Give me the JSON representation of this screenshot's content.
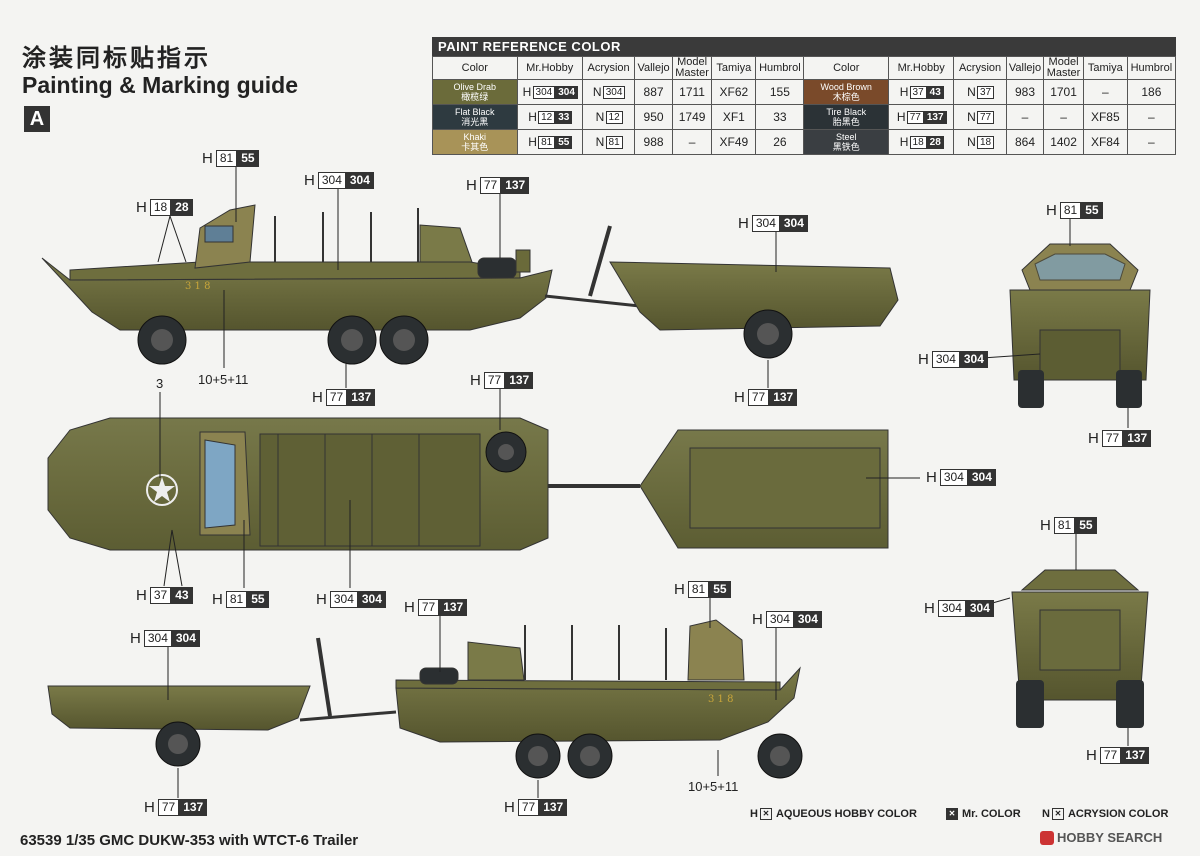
{
  "header": {
    "title_cn": "涂装同标贴指示",
    "title_en": "Painting & Marking guide",
    "scheme": "A"
  },
  "paint_table": {
    "title": "PAINT REFERENCE COLOR",
    "headers": [
      "Color",
      "Mr.Hobby",
      "Acrysion",
      "Vallejo",
      "Model Master",
      "Tamiya",
      "Humbrol"
    ],
    "left_rows": [
      {
        "en": "Olive Drab",
        "cn": "橄榄绿",
        "color": "#6b6b3a",
        "h": "304",
        "hc": "304",
        "n": "304",
        "vallejo": "887",
        "mm": "1711",
        "tamiya": "XF62",
        "humbrol": "155"
      },
      {
        "en": "Flat Black",
        "cn": "消光黑",
        "color": "#2e3a40",
        "h": "12",
        "hc": "33",
        "n": "12",
        "vallejo": "950",
        "mm": "1749",
        "tamiya": "XF1",
        "humbrol": "33"
      },
      {
        "en": "Khaki",
        "cn": "卡其色",
        "color": "#a89358",
        "h": "81",
        "hc": "55",
        "n": "81",
        "vallejo": "988",
        "mm": "–",
        "tamiya": "XF49",
        "humbrol": "26"
      }
    ],
    "right_rows": [
      {
        "en": "Wood Brown",
        "cn": "木棕色",
        "color": "#7a4a2a",
        "h": "37",
        "hc": "43",
        "n": "37",
        "vallejo": "983",
        "mm": "1701",
        "tamiya": "–",
        "humbrol": "186"
      },
      {
        "en": "Tire Black",
        "cn": "胎黑色",
        "color": "#2b3236",
        "h": "77",
        "hc": "137",
        "n": "77",
        "vallejo": "–",
        "mm": "–",
        "tamiya": "XF85",
        "humbrol": "–"
      },
      {
        "en": "Steel",
        "cn": "黑铁色",
        "color": "#3a3e42",
        "h": "18",
        "hc": "28",
        "n": "18",
        "vallejo": "864",
        "mm": "1402",
        "tamiya": "XF84",
        "humbrol": "–"
      }
    ]
  },
  "callouts": [
    {
      "id": "c1",
      "h": "81",
      "c": "55"
    },
    {
      "id": "c2",
      "h": "304",
      "c": "304"
    },
    {
      "id": "c3",
      "h": "77",
      "c": "137"
    },
    {
      "id": "c4",
      "h": "18",
      "c": "28"
    },
    {
      "id": "c5",
      "h": "304",
      "c": "304"
    },
    {
      "id": "c6",
      "h": "77",
      "c": "137"
    },
    {
      "id": "c7",
      "h": "77",
      "c": "137"
    },
    {
      "id": "c8",
      "h": "77",
      "c": "137"
    },
    {
      "id": "c9",
      "h": "37",
      "c": "43"
    },
    {
      "id": "c10",
      "h": "81",
      "c": "55"
    },
    {
      "id": "c11",
      "h": "304",
      "c": "304"
    },
    {
      "id": "c12",
      "h": "304",
      "c": "304"
    },
    {
      "id": "c13",
      "h": "304",
      "c": "304"
    },
    {
      "id": "c14",
      "h": "77",
      "c": "137"
    },
    {
      "id": "c15",
      "h": "81",
      "c": "55"
    },
    {
      "id": "c16",
      "h": "304",
      "c": "304"
    },
    {
      "id": "c17",
      "h": "77",
      "c": "137"
    },
    {
      "id": "c18",
      "h": "77",
      "c": "137"
    },
    {
      "id": "c19",
      "h": "81",
      "c": "55"
    },
    {
      "id": "c20",
      "h": "304",
      "c": "304"
    },
    {
      "id": "c21",
      "h": "77",
      "c": "137"
    },
    {
      "id": "c22",
      "h": "81",
      "c": "55"
    },
    {
      "id": "c23",
      "h": "304",
      "c": "304"
    },
    {
      "id": "c24",
      "h": "77",
      "c": "137"
    }
  ],
  "decal_labels": {
    "side1": "10+5+11",
    "top": "3",
    "side2": "10+5+11",
    "hull_number": "3 1 8"
  },
  "legend": {
    "hobby": "AQUEOUS HOBBY COLOR",
    "mr": "Mr. COLOR",
    "acry": "ACRYSION COLOR",
    "h_letter": "H",
    "n_letter": "N"
  },
  "footer": "63539 1/35 GMC DUKW-353 with WTCT-6 Trailer",
  "watermark": "HOBBY SEARCH",
  "colors": {
    "olive": "#6b6b3f",
    "olive_dark": "#57572f",
    "canvas": "#8b8350",
    "tire": "#2b2f31",
    "glass": "#7ea6c4"
  }
}
